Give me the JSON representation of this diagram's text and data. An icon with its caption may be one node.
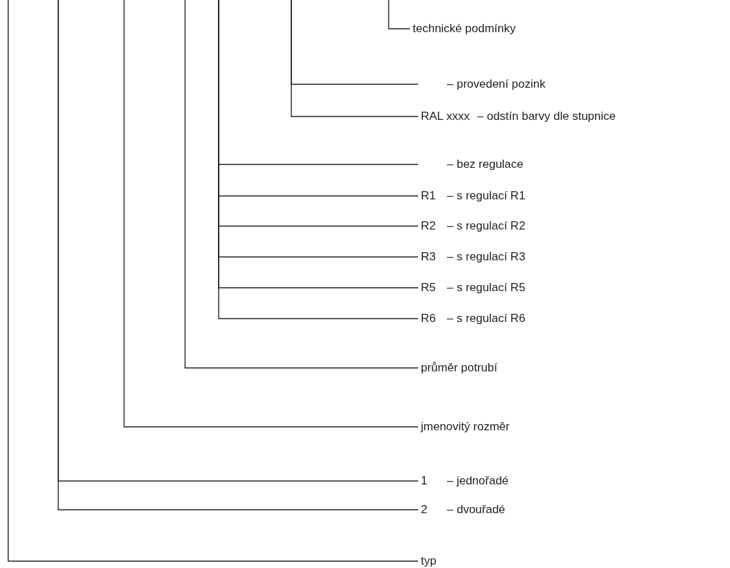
{
  "diagram": {
    "nodes": [
      {
        "text": [
          "technické podmínky"
        ]
      },
      {
        "text": [
          "– provedení pozink"
        ]
      },
      {
        "text": [
          "RAL xxxx",
          "– odstín barvy dle stupnice"
        ]
      },
      {
        "text": [
          "– bez regulace"
        ]
      },
      {
        "text": [
          "R1",
          "– s regulací R1"
        ]
      },
      {
        "text": [
          "R2",
          "– s regulací R2"
        ]
      },
      {
        "text": [
          "R3",
          "– s regulací R3"
        ]
      },
      {
        "text": [
          "R5",
          "– s regulací R5"
        ]
      },
      {
        "text": [
          "R6",
          "– s regulací R6"
        ]
      },
      {
        "text": [
          "průměr potrubí"
        ]
      },
      {
        "text": [
          "jmenovitý rozměr"
        ]
      },
      {
        "text": [
          "1",
          "– jednořadé"
        ]
      },
      {
        "text": [
          "2",
          "– dvouřadé"
        ]
      },
      {
        "text": [
          "typ"
        ]
      }
    ],
    "edges": [
      {
        "from": null,
        "to": 0,
        "arrow": "none"
      },
      {
        "from": null,
        "to": 1,
        "arrow": "none"
      },
      {
        "from": null,
        "to": 2,
        "arrow": "none"
      },
      {
        "from": null,
        "to": 3,
        "arrow": "none"
      },
      {
        "from": null,
        "to": 4,
        "arrow": "none"
      },
      {
        "from": null,
        "to": 5,
        "arrow": "none"
      },
      {
        "from": null,
        "to": 6,
        "arrow": "none"
      },
      {
        "from": null,
        "to": 7,
        "arrow": "none"
      },
      {
        "from": null,
        "to": 8,
        "arrow": "none"
      },
      {
        "from": null,
        "to": 9,
        "arrow": "none"
      },
      {
        "from": null,
        "to": 10,
        "arrow": "none"
      },
      {
        "from": null,
        "to": 11,
        "arrow": "none"
      },
      {
        "from": null,
        "to": 12,
        "arrow": "none"
      },
      {
        "from": null,
        "to": 13,
        "arrow": "none"
      }
    ]
  }
}
